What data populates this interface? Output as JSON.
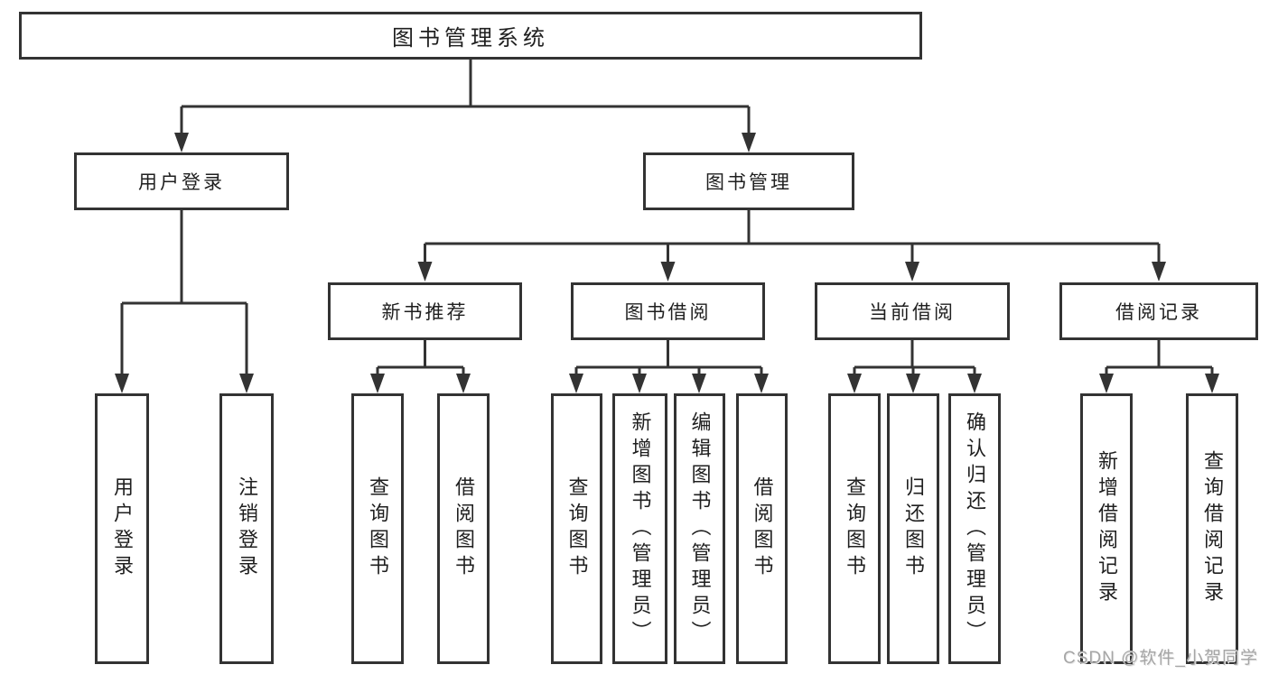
{
  "diagram": {
    "watermark": "CSDN @软件_小贺同学",
    "colors": {
      "line": "#333333",
      "box_border": "#333333",
      "text": "#1f1f1f",
      "watermark": "#a6a6a6",
      "background": "#ffffff"
    }
  },
  "nodes": {
    "root": "图书管理系统",
    "level2": [
      "用户登录",
      "图书管理"
    ],
    "level3": [
      "新书推荐",
      "图书借阅",
      "当前借阅",
      "借阅记录"
    ],
    "level4": [
      "用户登录",
      "注销登录",
      "查询图书",
      "借阅图书",
      "查询图书",
      "新增图书（管理员）",
      "编辑图书（管理员）",
      "借阅图书",
      "查询图书",
      "归还图书",
      "确认归还（管理员）",
      "新增借阅记录",
      "查询借阅记录"
    ]
  }
}
